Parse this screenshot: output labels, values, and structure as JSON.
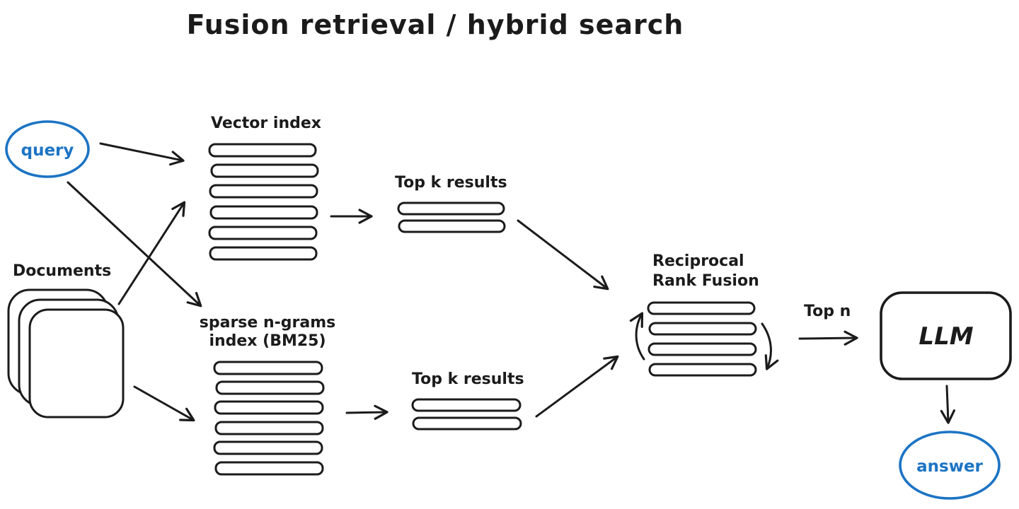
{
  "title": "Fusion retrieval / hybrid search",
  "colors": {
    "ink": "#1b1b1b",
    "accent_blue": "#1c74c4",
    "background": "#ffffff"
  },
  "nodes": {
    "query": {
      "label": "query"
    },
    "documents": {
      "label": "Documents",
      "stack_count": 3
    },
    "vector_index": {
      "label": "Vector index",
      "bar_count": 6
    },
    "sparse_index": {
      "label_line1": "sparse n-grams",
      "label_line2": "index (BM25)",
      "bar_count": 6
    },
    "top_k_vector": {
      "label": "Top k results",
      "bar_count": 2
    },
    "top_k_sparse": {
      "label": "Top k results",
      "bar_count": 2
    },
    "rrf": {
      "label_line1": "Reciprocal",
      "label_line2": "Rank Fusion",
      "bar_count": 4
    },
    "llm": {
      "label": "LLM"
    },
    "answer": {
      "label": "answer"
    }
  },
  "edges": {
    "top_n_label": "Top n"
  }
}
